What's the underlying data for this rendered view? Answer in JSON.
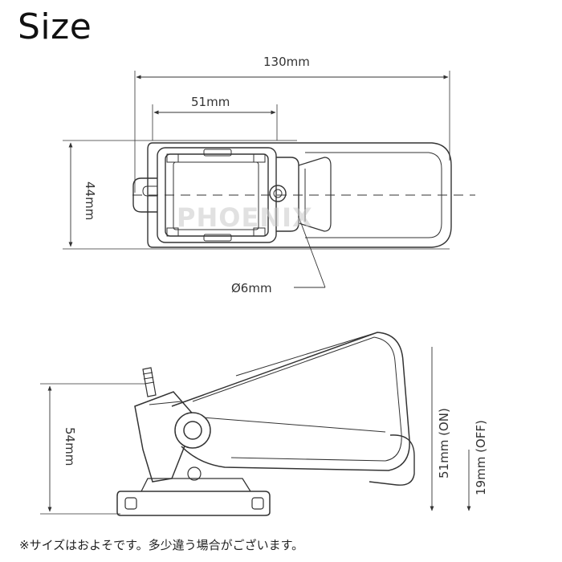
{
  "title": "Size",
  "dimensions": {
    "length": "130mm",
    "inner_width": "51mm",
    "height_top": "44mm",
    "hole": "Ø6mm",
    "height_side": "54mm",
    "on_height": "51mm (ON)",
    "off_height": "19mm (OFF)"
  },
  "watermark": "PHOENIX",
  "note": "※サイズはおよそです。多少違う場合がございます。"
}
